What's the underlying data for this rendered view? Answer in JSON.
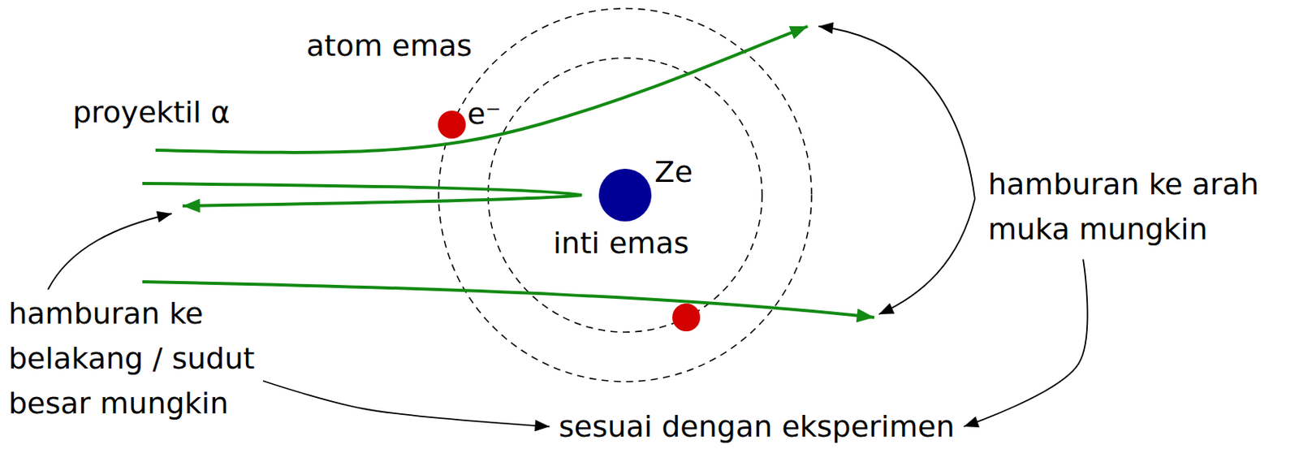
{
  "diagram": {
    "labels": [
      "atom emas",
      "proyektil α",
      "e⁻",
      "Ze",
      "inti emas",
      "hamburan ke arah muka mungkin",
      "hamburan ke belakang / sudut besar mungkin",
      "sesuai dengan eksperimen"
    ]
  }
}
